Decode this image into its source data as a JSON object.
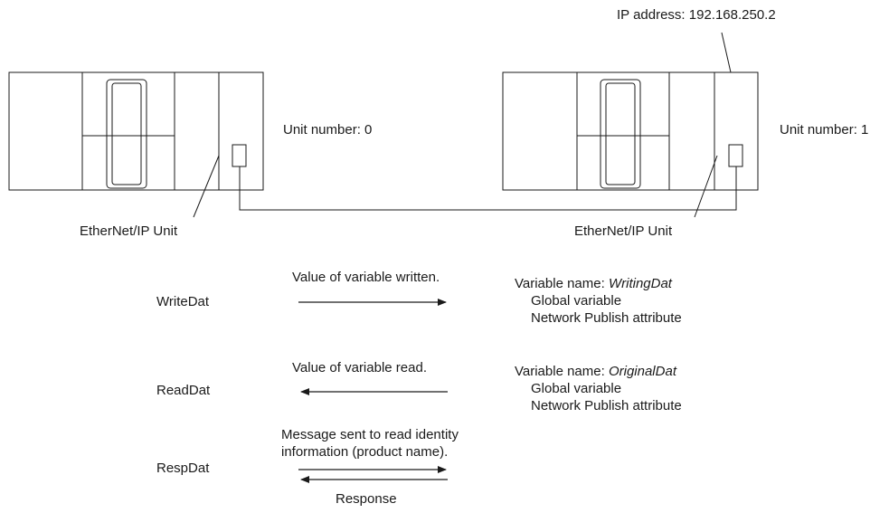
{
  "controller_left": {
    "unit_number": "Unit number: 0",
    "unit_label": "EtherNet/IP Unit"
  },
  "controller_right": {
    "ip_address": "IP address: 192.168.250.2",
    "unit_number": "Unit number: 1",
    "unit_label": "EtherNet/IP Unit"
  },
  "operations": {
    "write": {
      "name": "WriteDat",
      "action": "Value of variable written.",
      "var_prefix": "Variable name: ",
      "var_name": "WritingDat",
      "attr1": "Global variable",
      "attr2": "Network Publish attribute"
    },
    "read": {
      "name": "ReadDat",
      "action": "Value of variable read.",
      "var_prefix": "Variable name: ",
      "var_name": "OriginalDat",
      "attr1": "Global variable",
      "attr2": "Network Publish attribute"
    },
    "resp": {
      "name": "RespDat",
      "action_line1": "Message sent to read identity",
      "action_line2": "information (product name).",
      "response": "Response"
    }
  }
}
